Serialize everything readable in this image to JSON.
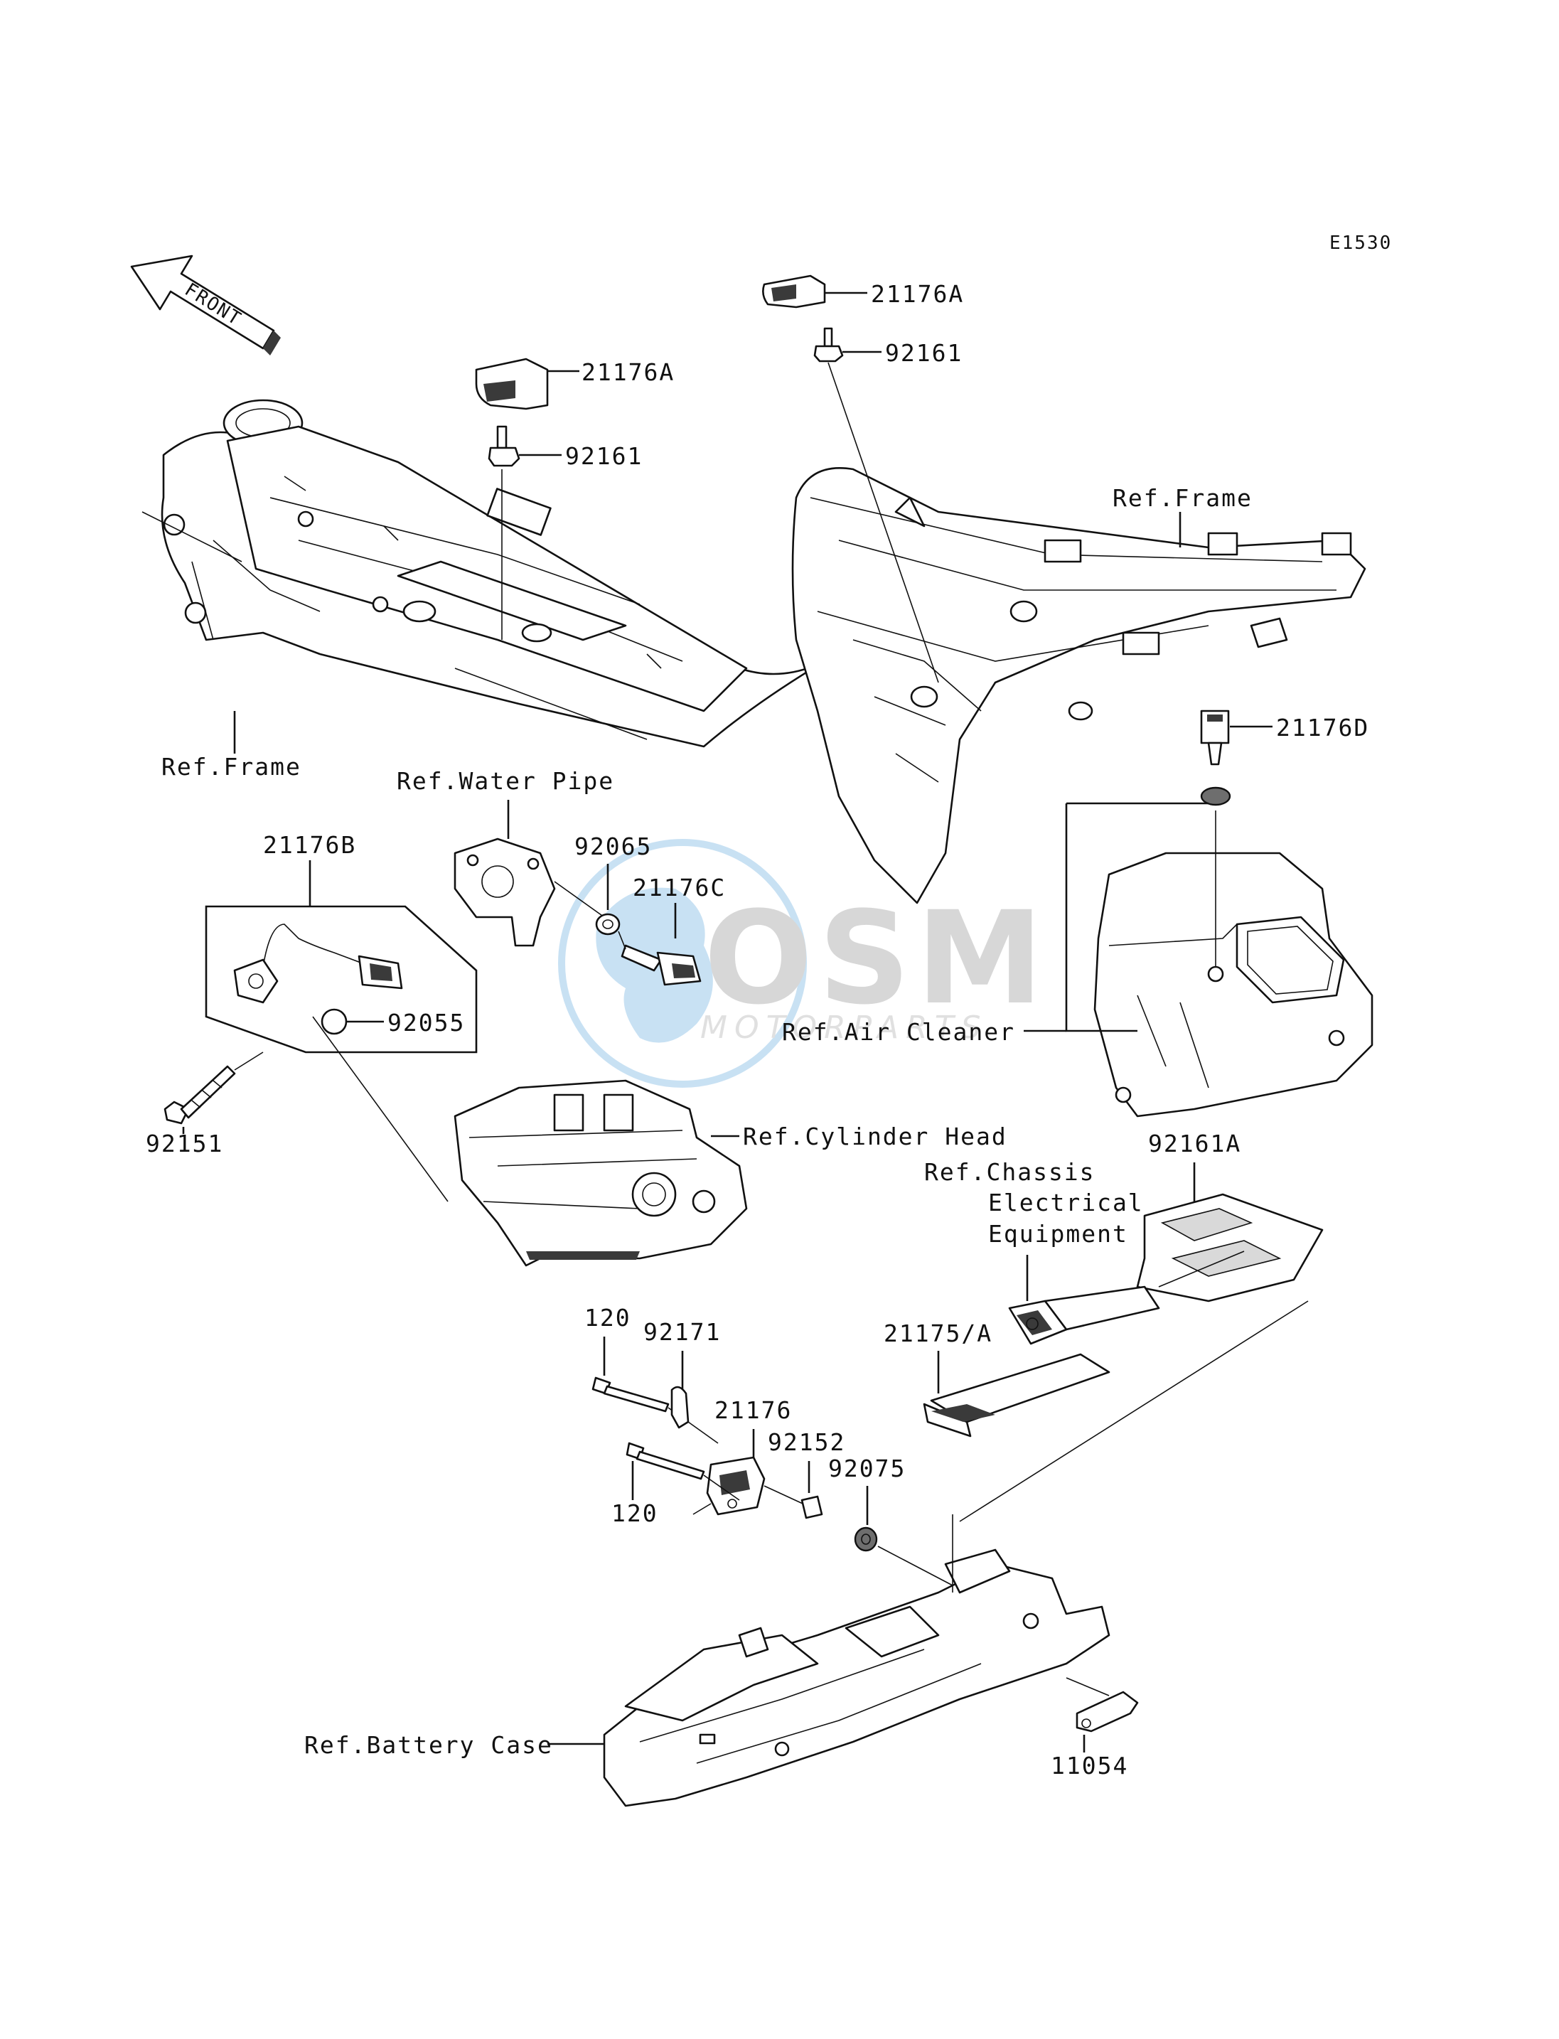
{
  "diagram_code": "E1530",
  "front_arrow_label": "FRONT",
  "watermark": {
    "logo_text": "OSM",
    "sub_text": "MOTORPARTS"
  },
  "refs": {
    "frame_left": "Ref.Frame",
    "frame_right": "Ref.Frame",
    "water_pipe": "Ref.Water Pipe",
    "air_cleaner": "Ref.Air Cleaner",
    "cylinder_head": "Ref.Cylinder Head",
    "chassis_line1": "Ref.Chassis",
    "chassis_line2": "Electrical",
    "chassis_line3": "Equipment",
    "battery_case": "Ref.Battery Case"
  },
  "parts": {
    "p21176A_left": "21176A",
    "p92161_left": "92161",
    "p21176A_right": "21176A",
    "p92161_right": "92161",
    "p21176D": "21176D",
    "p21176B": "21176B",
    "p92065": "92065",
    "p21176C": "21176C",
    "p92055": "92055",
    "p92151": "92151",
    "p92161A": "92161A",
    "p21175A": "21175/A",
    "p120_top": "120",
    "p92171": "92171",
    "p21176": "21176",
    "p92152": "92152",
    "p92075": "92075",
    "p120_bottom": "120",
    "p11054": "11054"
  }
}
